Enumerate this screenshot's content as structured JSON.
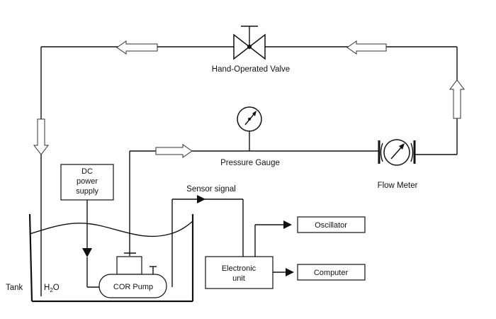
{
  "labels": {
    "valve": "Hand-Operated Valve",
    "pressure_gauge": "Pressure Gauge",
    "flow_meter": "Flow Meter",
    "sensor_signal": "Sensor signal",
    "tank": "Tank",
    "water": "H",
    "water_sub": "2",
    "water_end": "O"
  },
  "boxes": {
    "dc_power": [
      "DC",
      "power",
      "supply"
    ],
    "pump": "COR Pump",
    "electronic": [
      "Electronic",
      "unit"
    ],
    "oscillator": "Oscillator",
    "computer": "Computer"
  }
}
